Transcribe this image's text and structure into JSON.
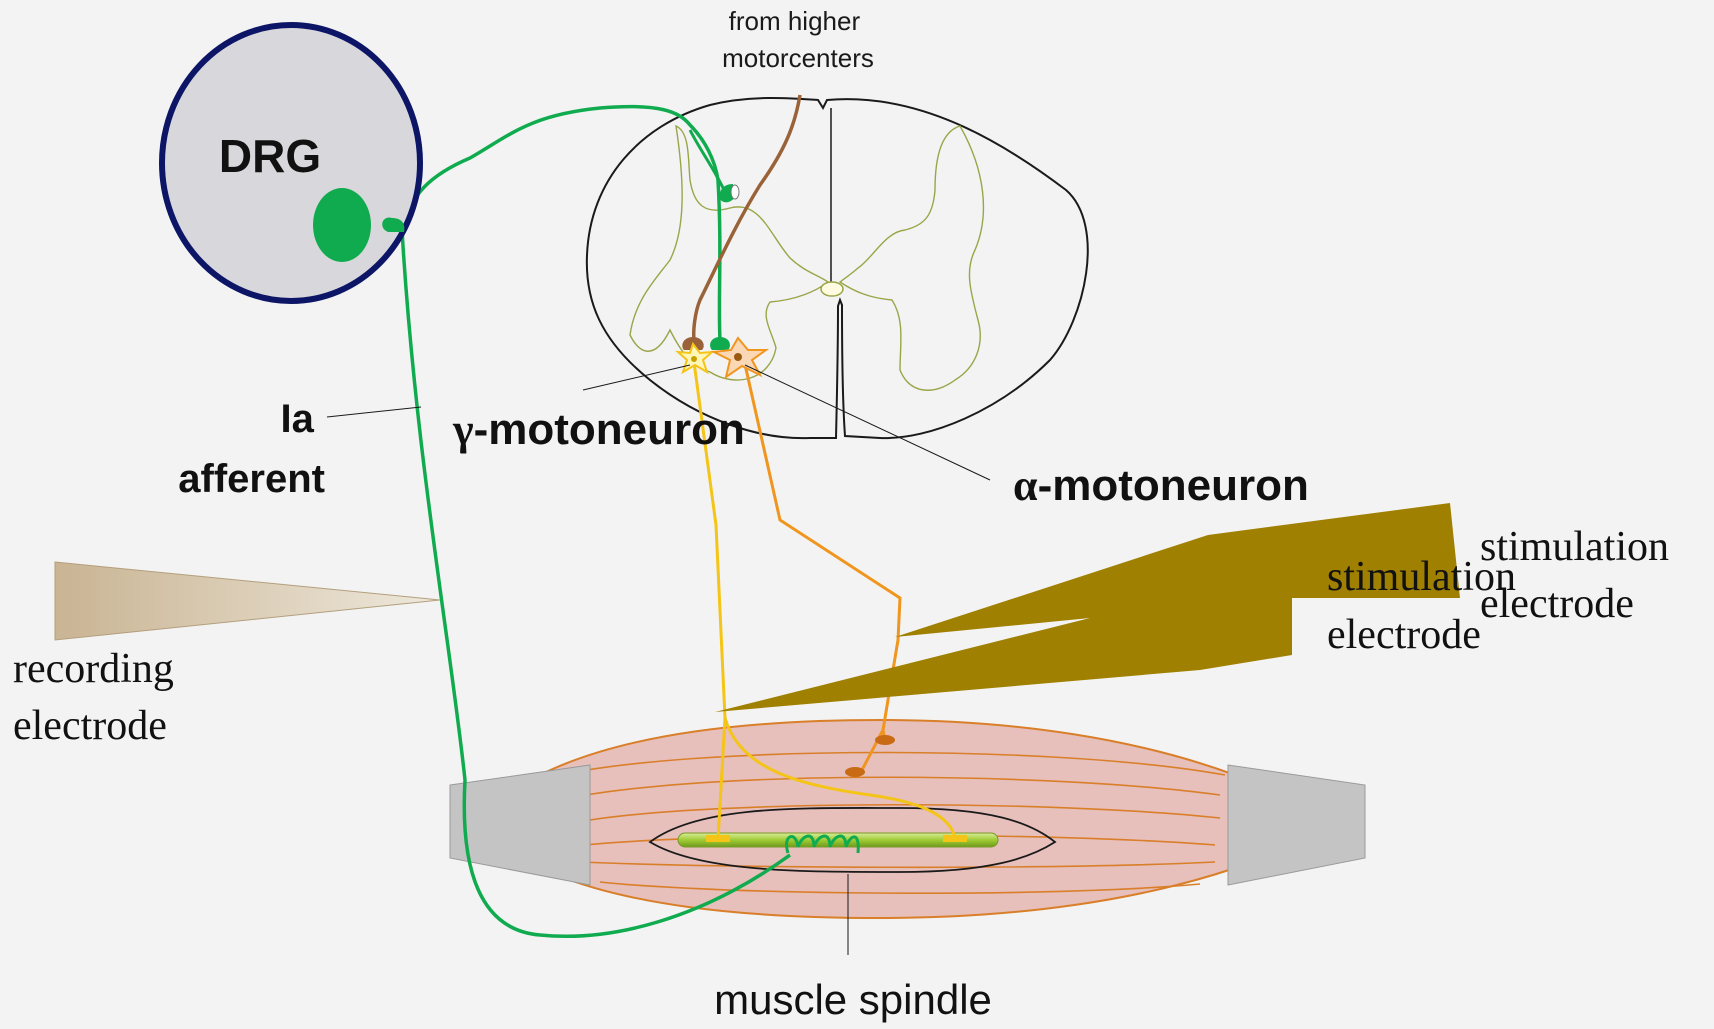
{
  "labels": {
    "higher_line1": "from higher",
    "higher_line2": "motorcenters",
    "drg": "DRG",
    "ia_line1": "Ia",
    "ia_line2": "afferent",
    "gamma_symbol": "γ",
    "gamma_text": "-motoneuron",
    "alpha_symbol": "α",
    "alpha_text": "-motoneuron",
    "stim_a_line1": "stimulation",
    "stim_a_line2": "electrode",
    "stim_b_line1": "stimulation",
    "stim_b_line2": "electrode",
    "recording_line1": "recording",
    "recording_line2": "electrode",
    "spindle": "muscle spindle"
  },
  "colors": {
    "background": "#f3f3f3",
    "drg_border": "#0d1566",
    "drg_fill": "#d8d8dc",
    "ia_afferent": "#10ab4f",
    "descending": "#9a6238",
    "gamma_axon": "#f4c417",
    "alpha_axon": "#f0951e",
    "gray_matter": "#9aa548",
    "muscle_fill": "#e7bfbb",
    "muscle_lines": "#d97f2a",
    "tendon": "#c4c4c4",
    "stimulation_electrode": "#a08000",
    "recording_electrode": "#c9b493",
    "spindle_fiber": "#a6cf3d"
  }
}
